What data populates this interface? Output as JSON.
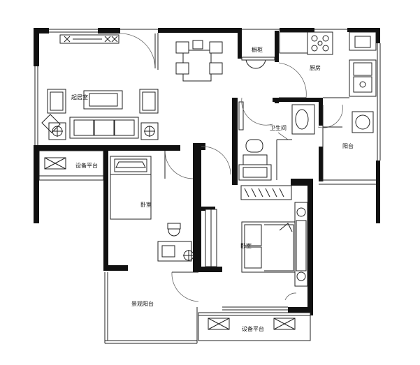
{
  "rooms": {
    "living_room": "起居室",
    "kitchen": "厨房",
    "pantry": "橱柜",
    "bathroom": "卫生间",
    "balcony": "阳台",
    "equipment_platform_west": "设备平台",
    "bedroom_north": "卧室",
    "master_bedroom": "卧室",
    "view_balcony": "景观阳台",
    "equipment_platform_south": "设备平台"
  }
}
